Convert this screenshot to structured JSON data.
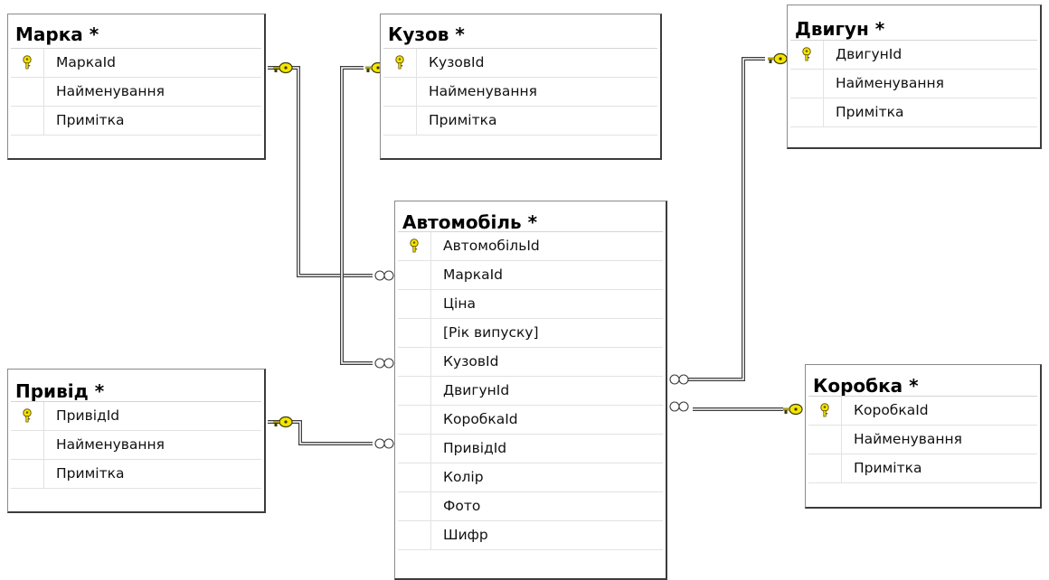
{
  "tables": [
    {
      "id": "marka",
      "title": "Марка *",
      "fields": [
        {
          "name": "МаркаId",
          "pk": true
        },
        {
          "name": "Найменування",
          "pk": false
        },
        {
          "name": "Примітка",
          "pk": false
        }
      ]
    },
    {
      "id": "kuzov",
      "title": "Кузов *",
      "fields": [
        {
          "name": "КузовId",
          "pk": true
        },
        {
          "name": "Найменування",
          "pk": false
        },
        {
          "name": "Примітка",
          "pk": false
        }
      ]
    },
    {
      "id": "dvygun",
      "title": "Двигун *",
      "fields": [
        {
          "name": "ДвигунId",
          "pk": true
        },
        {
          "name": "Найменування",
          "pk": false
        },
        {
          "name": "Примітка",
          "pk": false
        }
      ]
    },
    {
      "id": "avto",
      "title": "Автомобіль *",
      "fields": [
        {
          "name": "АвтомобільId",
          "pk": true
        },
        {
          "name": "МаркаId",
          "pk": false
        },
        {
          "name": "Ціна",
          "pk": false
        },
        {
          "name": "[Рік випуску]",
          "pk": false
        },
        {
          "name": "КузовId",
          "pk": false
        },
        {
          "name": "ДвигунId",
          "pk": false
        },
        {
          "name": "КоробкаId",
          "pk": false
        },
        {
          "name": "ПривідId",
          "pk": false
        },
        {
          "name": "Колір",
          "pk": false
        },
        {
          "name": "Фото",
          "pk": false
        },
        {
          "name": "Шифр",
          "pk": false
        }
      ]
    },
    {
      "id": "pryvid",
      "title": "Привід *",
      "fields": [
        {
          "name": "ПривідId",
          "pk": true
        },
        {
          "name": "Найменування",
          "pk": false
        },
        {
          "name": "Примітка",
          "pk": false
        }
      ]
    },
    {
      "id": "korobka",
      "title": "Коробка *",
      "fields": [
        {
          "name": "КоробкаId",
          "pk": true
        },
        {
          "name": "Найменування",
          "pk": false
        },
        {
          "name": "Примітка",
          "pk": false
        }
      ]
    }
  ],
  "relationships": [
    {
      "from": "marka",
      "to": "avto",
      "field": "МаркаId"
    },
    {
      "from": "kuzov",
      "to": "avto",
      "field": "КузовId"
    },
    {
      "from": "dvygun",
      "to": "avto",
      "field": "ДвигунId"
    },
    {
      "from": "korobka",
      "to": "avto",
      "field": "КоробкаId"
    },
    {
      "from": "pryvid",
      "to": "avto",
      "field": "ПривідId"
    }
  ],
  "colors": {
    "key": "#f5e600",
    "line": "#3c3c3c",
    "border": "#3c3c3c"
  }
}
